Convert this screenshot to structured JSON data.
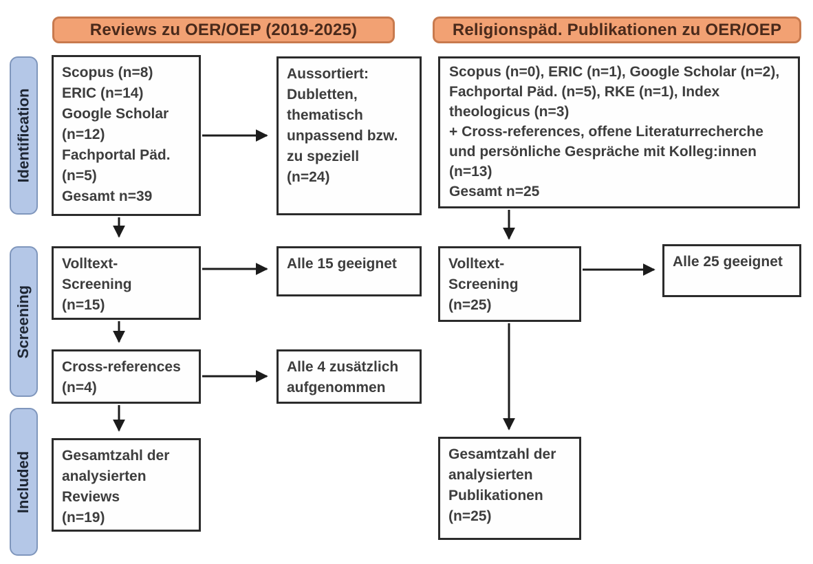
{
  "headers": {
    "left": "Reviews zu OER/OEP (2019-2025)",
    "right": "Religionspäd. Publikationen zu OER/OEP"
  },
  "stages": {
    "identification": "Identification",
    "screening": "Screening",
    "included": "Included"
  },
  "boxes": {
    "sources_reviews": "Scopus (n=8)\nERIC (n=14)\nGoogle Scholar\n(n=12)\nFachportal Päd.\n(n=5)\nGesamt n=39",
    "excluded": "Aussortiert:\nDubletten,\nthematisch\nunpassend bzw.\nzu speziell\n(n=24)",
    "sources_publications": "Scopus (n=0), ERIC (n=1), Google Scholar (n=2),\nFachportal Päd. (n=5), RKE (n=1), Index\ntheologicus (n=3)\n+ Cross-references, offene Literaturrecherche\nund persönliche Gespräche mit Kolleg:innen\n(n=13)\nGesamt n=25",
    "fulltext_screening_reviews": "Volltext-\nScreening\n(n=15)",
    "all_15_suitable": "Alle 15 geeignet",
    "cross_references": "Cross-references\n(n=4)",
    "all_4_added": "Alle 4 zusätzlich\naufgenommen",
    "fulltext_screening_publications": "Volltext-\nScreening\n(n=25)",
    "all_25_suitable": "Alle 25 geeignet",
    "total_reviews": "Gesamtzahl der\nanalysierten\nReviews\n(n=19)",
    "total_publications": "Gesamtzahl der\nanalysierten\nPublikationen\n(n=25)"
  },
  "colors": {
    "header_fill": "#F2A173",
    "header_border": "#C87A4E",
    "header_text": "#4A2A1B",
    "stage_fill": "#B4C7E7",
    "stage_border": "#7F96BC",
    "stage_text": "#1E2633",
    "box_border": "#2B2B2B",
    "box_text": "#3D3D3D",
    "arrow": "#1C1C1C",
    "box_bg": "#FEFEFE"
  }
}
